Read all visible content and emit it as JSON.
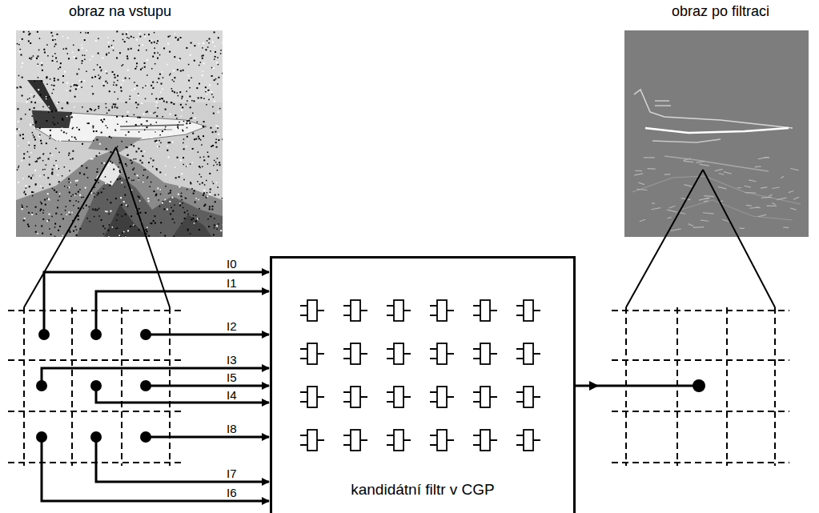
{
  "diagram": {
    "nodes": [
      {
        "text": [
          "kandidátní filtr v CGP"
        ]
      }
    ],
    "labels": [
      "obraz na vstupu",
      "obraz po filtraci",
      "I0",
      "I1",
      "I2",
      "I3",
      "I5",
      "I4",
      "I8",
      "I7",
      "I6"
    ]
  }
}
